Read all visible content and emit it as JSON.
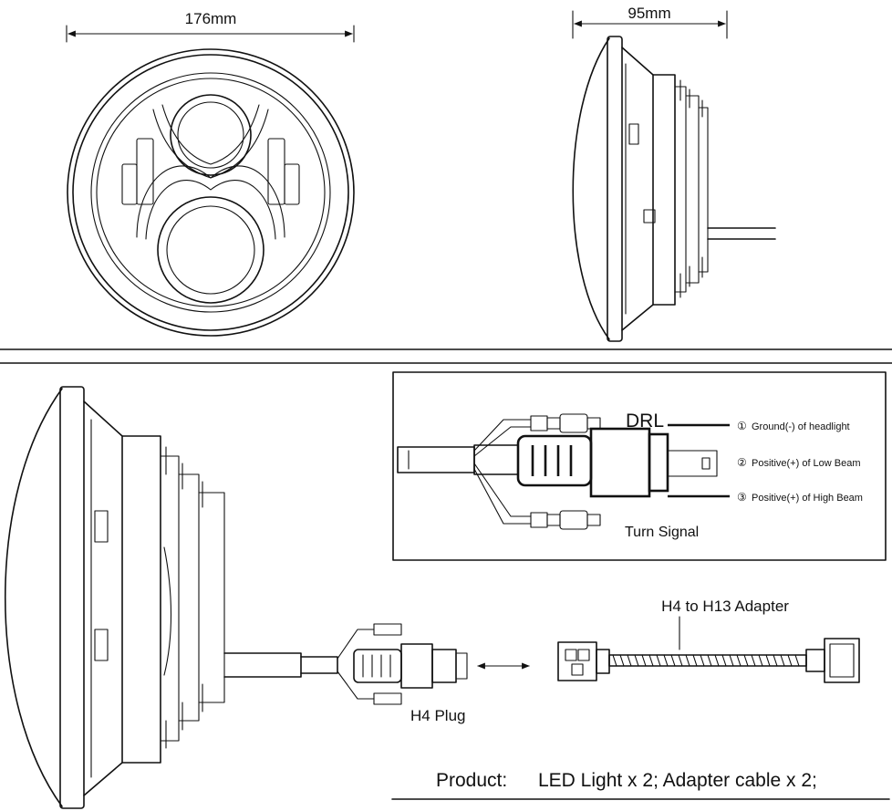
{
  "dimensions": {
    "front_width": "176mm",
    "side_depth": "95mm"
  },
  "wiring": {
    "drl_label": "DRL",
    "turn_signal_label": "Turn Signal",
    "pins": [
      {
        "number": "①",
        "description": "Ground(-) of  headlight"
      },
      {
        "number": "②",
        "description": "Positive(+) of  Low Beam"
      },
      {
        "number": "③",
        "description": "Positive(+) of  High Beam"
      }
    ]
  },
  "plug_label": "H4 Plug",
  "adapter_label": "H4 to H13 Adapter",
  "product": {
    "prefix": "Product:",
    "items": "LED Light x 2;  Adapter cable x 2;"
  }
}
